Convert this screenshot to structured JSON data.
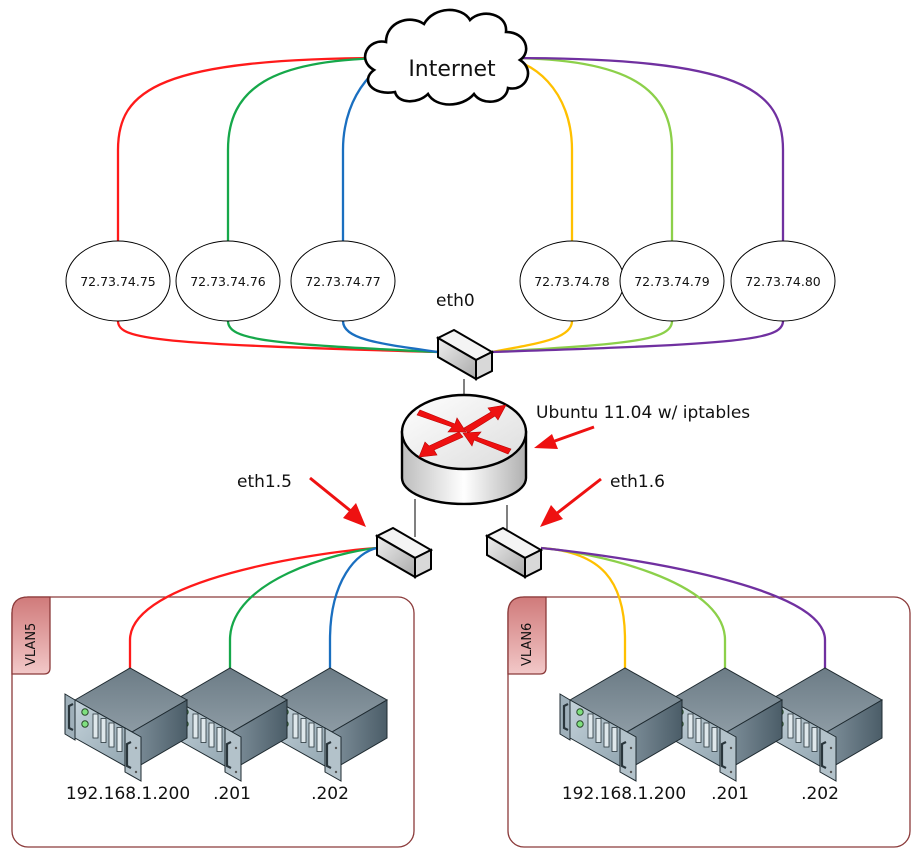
{
  "title": "Internet",
  "colors": {
    "red": "#ff1a1a",
    "green": "#16a84a",
    "blue": "#1a6fc0",
    "yellow": "#ffc000",
    "lightgreen": "#8cd04a",
    "purple": "#7030a0",
    "vlan_border": "#8b3a3a",
    "vlan_tab": "#d98888",
    "arrow": "#ee1111"
  },
  "public_ips": [
    {
      "label": "72.73.74.75",
      "color": "red"
    },
    {
      "label": "72.73.74.76",
      "color": "green"
    },
    {
      "label": "72.73.74.77",
      "color": "blue"
    },
    {
      "label": "72.73.74.78",
      "color": "yellow"
    },
    {
      "label": "72.73.74.79",
      "color": "lightgreen"
    },
    {
      "label": "72.73.74.80",
      "color": "purple"
    }
  ],
  "router": {
    "label": "Ubuntu 11.04 w/ iptables",
    "wan_interface": "eth0",
    "lan_interfaces": [
      "eth1.5",
      "eth1.6"
    ]
  },
  "vlans": [
    {
      "name": "VLAN5",
      "servers": [
        {
          "label": "192.168.1.200",
          "color": "red"
        },
        {
          "label": ".201",
          "color": "green"
        },
        {
          "label": ".202",
          "color": "blue"
        }
      ]
    },
    {
      "name": "VLAN6",
      "servers": [
        {
          "label": "192.168.1.200",
          "color": "yellow"
        },
        {
          "label": ".201",
          "color": "lightgreen"
        },
        {
          "label": ".202",
          "color": "purple"
        }
      ]
    }
  ]
}
